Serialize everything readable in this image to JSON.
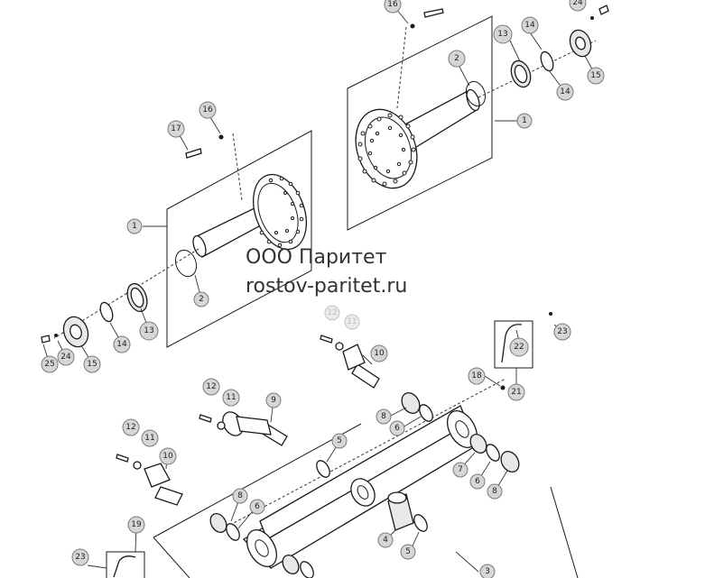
{
  "watermark": {
    "line1": "ООО Паритет",
    "line2": "rostov-paritet.ru"
  },
  "callouts": [
    {
      "label": "16"
    },
    {
      "label": "24"
    },
    {
      "label": "13"
    },
    {
      "label": "14"
    },
    {
      "label": "2"
    },
    {
      "label": "14"
    },
    {
      "label": "15"
    },
    {
      "label": "1"
    },
    {
      "label": "17"
    },
    {
      "label": "16"
    },
    {
      "label": "1"
    },
    {
      "label": "2"
    },
    {
      "label": "13"
    },
    {
      "label": "14"
    },
    {
      "label": "15"
    },
    {
      "label": "24"
    },
    {
      "label": "25"
    },
    {
      "label": "12"
    },
    {
      "label": "11"
    },
    {
      "label": "10"
    },
    {
      "label": "22"
    },
    {
      "label": "23"
    },
    {
      "label": "18"
    },
    {
      "label": "21"
    },
    {
      "label": "12"
    },
    {
      "label": "11"
    },
    {
      "label": "9"
    },
    {
      "label": "8"
    },
    {
      "label": "6"
    },
    {
      "label": "12"
    },
    {
      "label": "11"
    },
    {
      "label": "5"
    },
    {
      "label": "10"
    },
    {
      "label": "7"
    },
    {
      "label": "6"
    },
    {
      "label": "8"
    },
    {
      "label": "8"
    },
    {
      "label": "6"
    },
    {
      "label": "4"
    },
    {
      "label": "5"
    },
    {
      "label": "19"
    },
    {
      "label": "23"
    },
    {
      "label": "3"
    }
  ]
}
